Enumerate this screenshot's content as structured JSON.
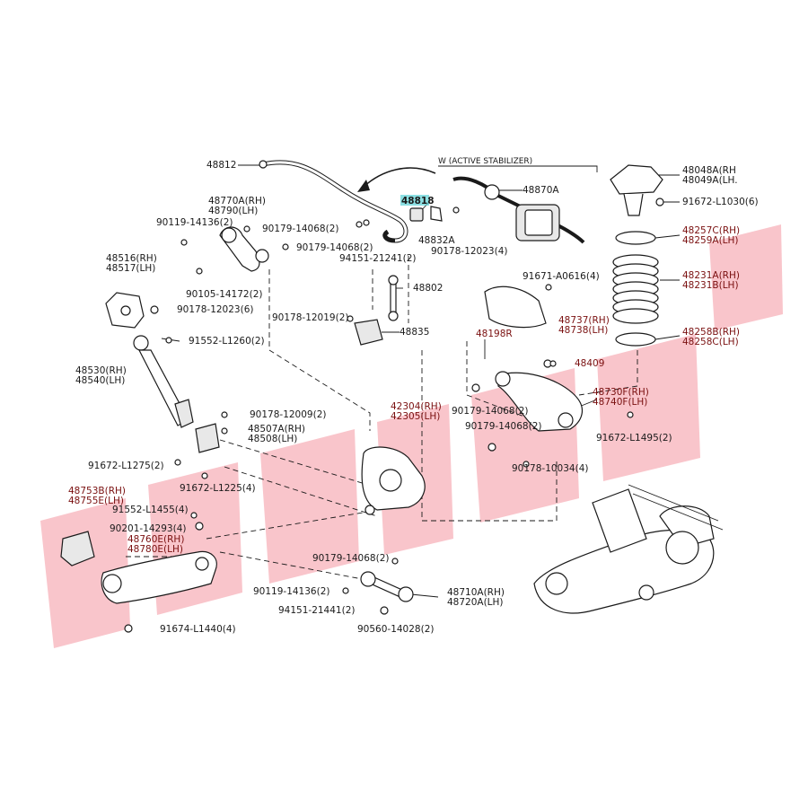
{
  "diagram": {
    "header_note": "W (ACTIVE STABILIZER)",
    "highlighted_part": "48818",
    "labels": [
      {
        "id": "l-48812",
        "text": "48812"
      },
      {
        "id": "l-48818",
        "text": "48818"
      },
      {
        "id": "l-48870a",
        "text": "48870A"
      },
      {
        "id": "l-48048a",
        "text": "48048A(RH"
      },
      {
        "id": "l-48049a",
        "text": "48049A(LH."
      },
      {
        "id": "l-91672-l1030",
        "text": "91672-L1030(6)"
      },
      {
        "id": "l-48770a",
        "text": "48770A(RH)"
      },
      {
        "id": "l-48790",
        "text": "48790(LH)"
      },
      {
        "id": "l-90119-14136-top",
        "text": "90119-14136(2)"
      },
      {
        "id": "l-90179-14068-a",
        "text": "90179-14068(2)"
      },
      {
        "id": "l-90179-14068-b",
        "text": "90179-14068(2)"
      },
      {
        "id": "l-48832a",
        "text": "48832A"
      },
      {
        "id": "l-90178-12023-4",
        "text": "90178-12023(4)"
      },
      {
        "id": "l-94151-21241-top",
        "text": "94151-21241(2)"
      },
      {
        "id": "l-48257c",
        "text": "48257C(RH)"
      },
      {
        "id": "l-48259a",
        "text": "48259A(LH)"
      },
      {
        "id": "l-48516",
        "text": "48516(RH)"
      },
      {
        "id": "l-48517",
        "text": "48517(LH)"
      },
      {
        "id": "l-90105-14172",
        "text": "90105-14172(2)"
      },
      {
        "id": "l-48802",
        "text": "48802"
      },
      {
        "id": "l-91671-a0616",
        "text": "91671-A0616(4)"
      },
      {
        "id": "l-48231a",
        "text": "48231A(RH)"
      },
      {
        "id": "l-48231b",
        "text": "48231B(LH)"
      },
      {
        "id": "l-90178-12023-6",
        "text": "90178-12023(6)"
      },
      {
        "id": "l-90178-12019",
        "text": "90178-12019(2)"
      },
      {
        "id": "l-48835",
        "text": "48835"
      },
      {
        "id": "l-48737",
        "text": "48737(RH)"
      },
      {
        "id": "l-48738",
        "text": "48738(LH)"
      },
      {
        "id": "l-48198r",
        "text": "48198R"
      },
      {
        "id": "l-48258b",
        "text": "48258B(RH)"
      },
      {
        "id": "l-48258c",
        "text": "48258C(LH)"
      },
      {
        "id": "l-91552-l1260",
        "text": "91552-L1260(2)"
      },
      {
        "id": "l-48409",
        "text": "48409"
      },
      {
        "id": "l-48530",
        "text": "48530(RH)"
      },
      {
        "id": "l-48540",
        "text": "48540(LH)"
      },
      {
        "id": "l-48730f",
        "text": "48730F(RH)"
      },
      {
        "id": "l-48740f",
        "text": "48740F(LH)"
      },
      {
        "id": "l-42304",
        "text": "42304(RH)"
      },
      {
        "id": "l-42305",
        "text": "42305(LH)"
      },
      {
        "id": "l-90179-14068-c",
        "text": "90179-14068(2)"
      },
      {
        "id": "l-90178-12009",
        "text": "90178-12009(2)"
      },
      {
        "id": "l-90179-14068-d",
        "text": "90179-14068(2)"
      },
      {
        "id": "l-48507a",
        "text": "48507A(RH)"
      },
      {
        "id": "l-48508",
        "text": "48508(LH)"
      },
      {
        "id": "l-91672-l1495",
        "text": "91672-L1495(2)"
      },
      {
        "id": "l-91672-l1275",
        "text": "91672-L1275(2)"
      },
      {
        "id": "l-90178-10034",
        "text": "90178-10034(4)"
      },
      {
        "id": "l-91672-l1225",
        "text": "91672-L1225(4)"
      },
      {
        "id": "l-48753b",
        "text": "48753B(RH)"
      },
      {
        "id": "l-48755e",
        "text": "48755E(LH)"
      },
      {
        "id": "l-91552-l1455",
        "text": "91552-L1455(4)"
      },
      {
        "id": "l-90201-14293",
        "text": "90201-14293(4)"
      },
      {
        "id": "l-48760e",
        "text": "48760E(RH)"
      },
      {
        "id": "l-48780e",
        "text": "48780E(LH)"
      },
      {
        "id": "l-90179-14068-e",
        "text": "90179-14068(2)"
      },
      {
        "id": "l-90119-14136-bot",
        "text": "90119-14136(2)"
      },
      {
        "id": "l-48710a",
        "text": "48710A(RH)"
      },
      {
        "id": "l-48720a",
        "text": "48720A(LH)"
      },
      {
        "id": "l-94151-21441",
        "text": "94151-21441(2)"
      },
      {
        "id": "l-91674-l1440",
        "text": "91674-L1440(4)"
      },
      {
        "id": "l-90560-14028",
        "text": "90560-14028(2)"
      }
    ]
  }
}
